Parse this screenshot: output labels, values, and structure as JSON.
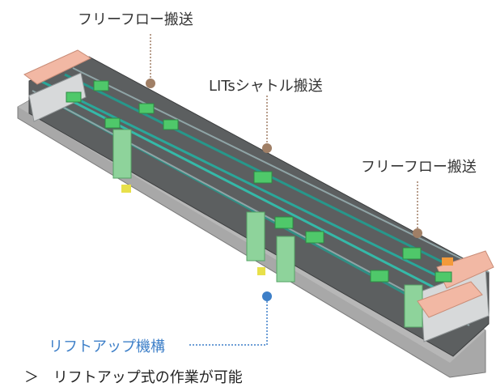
{
  "labels": {
    "free_flow_top": "フリーフロー搬送",
    "lits_shuttle": "LITsシャトル搬送",
    "free_flow_right": "フリーフロー搬送",
    "lift_up": "リフトアップ機構"
  },
  "bottom_note": {
    "bullet": "＞",
    "text": "リフトアップ式の作業が可能"
  },
  "colors": {
    "callout_brown": "#a07f66",
    "callout_blue": "#3d7fc8"
  }
}
